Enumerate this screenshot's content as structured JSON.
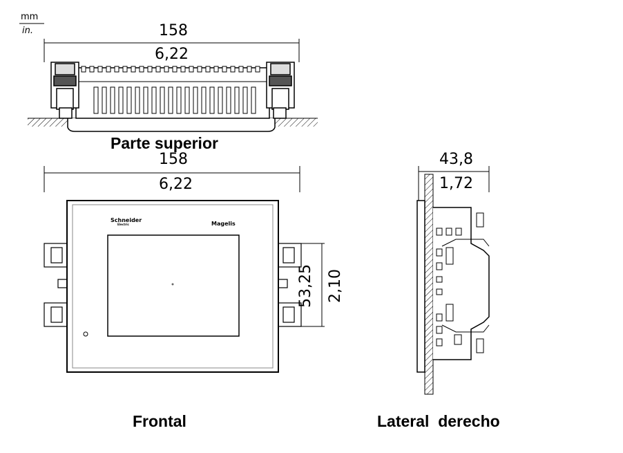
{
  "units": {
    "primary": "mm",
    "secondary": "in."
  },
  "top_view": {
    "label": "Parte superior",
    "width_mm": "158",
    "width_in": "6,22"
  },
  "front_view": {
    "label": "Frontal",
    "width_mm": "158",
    "width_in": "6,22",
    "height_mm": "53,25",
    "height_in": "2,10",
    "brand_left": "Schneider",
    "brand_left_sub": "Electric",
    "brand_right": "Magelis"
  },
  "side_view": {
    "label": "Lateral  derecho",
    "depth_mm": "43,8",
    "depth_in": "1,72"
  }
}
